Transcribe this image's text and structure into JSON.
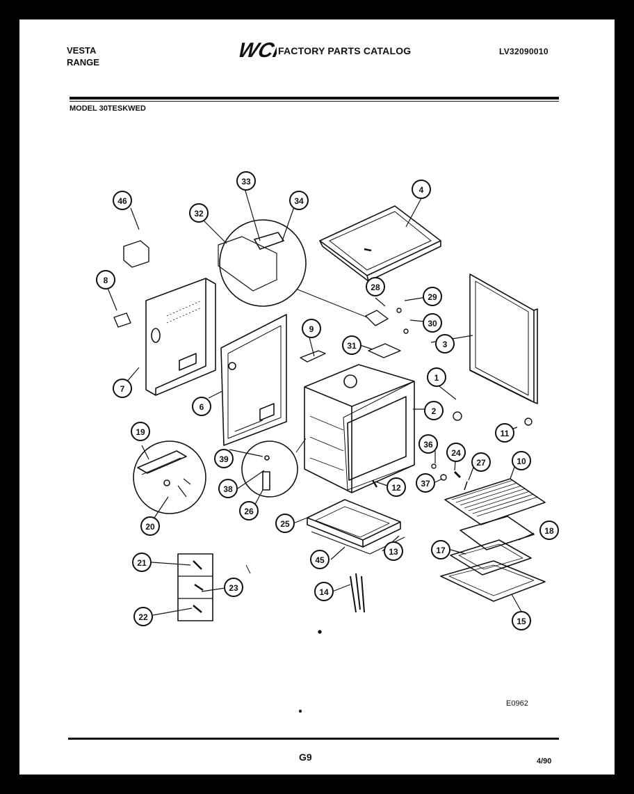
{
  "header": {
    "brand_line1": "VESTA",
    "brand_line2": "RANGE",
    "logo_text": "WCI",
    "catalog_title": "FACTORY PARTS CATALOG",
    "catalog_code": "LV32090010",
    "model": "MODEL 30TESKWED"
  },
  "diagram": {
    "callouts": [
      "1",
      "2",
      "3",
      "4",
      "6",
      "7",
      "8",
      "9",
      "10",
      "11",
      "12",
      "13",
      "14",
      "15",
      "17",
      "18",
      "19",
      "20",
      "21",
      "22",
      "23",
      "24",
      "25",
      "26",
      "27",
      "28",
      "29",
      "30",
      "31",
      "32",
      "33",
      "34",
      "36",
      "37",
      "38",
      "39",
      "45",
      "46",
      "26"
    ],
    "figure_id": "E0962"
  },
  "footer": {
    "page_number": "G9",
    "date": "4/90"
  }
}
